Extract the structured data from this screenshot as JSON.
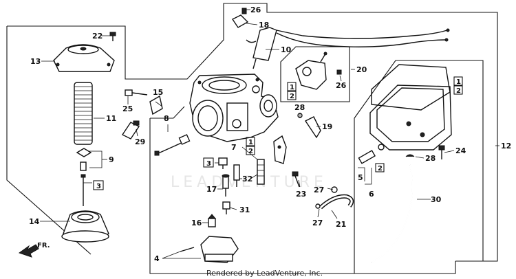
{
  "watermark": "LEADVENTURE",
  "footer": "Rendered by LeadVenture, Inc.",
  "direction_label": "FR.",
  "callouts": {
    "c1": "1",
    "c2": "2",
    "c3": "3",
    "c4": "4",
    "c5": "5",
    "c6": "6",
    "c7": "7",
    "c8": "8",
    "c9": "9",
    "c10": "10",
    "c11": "11",
    "c12": "12",
    "c13": "13",
    "c14": "14",
    "c15": "15",
    "c16": "16",
    "c17": "17",
    "c18": "18",
    "c19": "19",
    "c20": "20",
    "c21": "21",
    "c22": "22",
    "c23": "23",
    "c24": "24",
    "c25": "25",
    "c26": "26",
    "c27": "27",
    "c28": "28",
    "c29": "29",
    "c30": "30",
    "c31": "31",
    "c32": "32"
  }
}
